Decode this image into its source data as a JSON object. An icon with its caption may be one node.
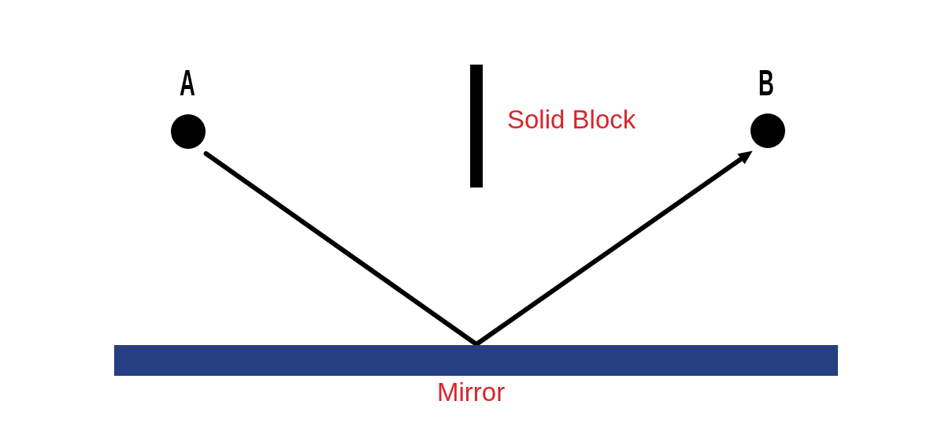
{
  "diagram": {
    "nodes": [
      {
        "text": [
          "A"
        ]
      },
      {
        "text": [
          "Solid Block"
        ]
      },
      {
        "text": [
          "B"
        ]
      },
      {
        "text": [
          "Mirror"
        ]
      }
    ],
    "edges": [
      {
        "from": 0,
        "to": 3,
        "arrow": "none"
      },
      {
        "from": 3,
        "to": 2,
        "arrow": "to"
      }
    ]
  }
}
